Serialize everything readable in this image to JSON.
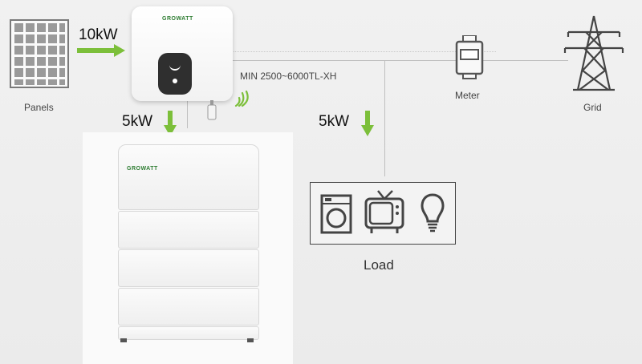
{
  "labels": {
    "panels": "Panels",
    "pv_power": "10kW",
    "battery_power": "5kW",
    "load_power": "5kW",
    "inverter_model": "MIN 2500~6000TL-XH",
    "meter": "Meter",
    "grid": "Grid",
    "load": "Load"
  },
  "brand": {
    "inverter": "GROWATT",
    "battery": "GROWATT"
  },
  "colors": {
    "arrow_green": "#7cbf3a",
    "brand_green": "#2e7d32",
    "line_gray": "#bfbfbf"
  },
  "icons": [
    "solar-panel-icon",
    "arrow-right-icon",
    "arrow-down-icon",
    "inverter-icon",
    "wifi-icon",
    "battery-stack-icon",
    "meter-icon",
    "pylon-icon",
    "washing-machine-icon",
    "tv-icon",
    "bulb-icon"
  ]
}
